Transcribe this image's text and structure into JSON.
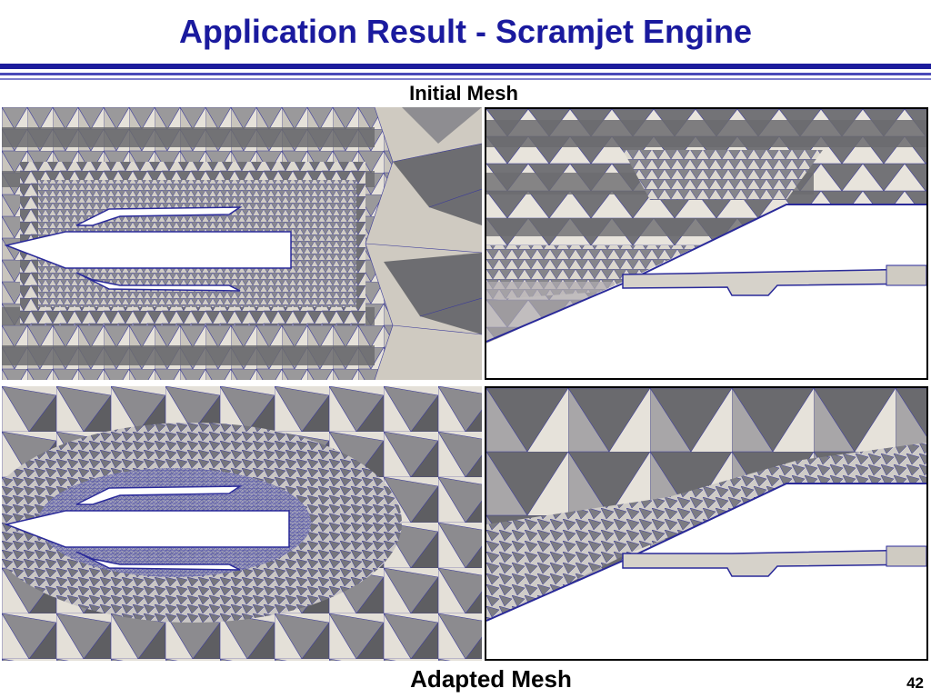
{
  "slide": {
    "title": "Application Result - Scramjet Engine",
    "page_number": "42",
    "label_top": "Initial Mesh",
    "label_bottom": "Adapted Mesh"
  },
  "colors": {
    "title": "#1a1a9e",
    "rule": "#1c1c9c",
    "mesh_light": "#e6e2da",
    "mesh_dark": "#6b6b6f",
    "mesh_edge": "#3a3a9a"
  }
}
